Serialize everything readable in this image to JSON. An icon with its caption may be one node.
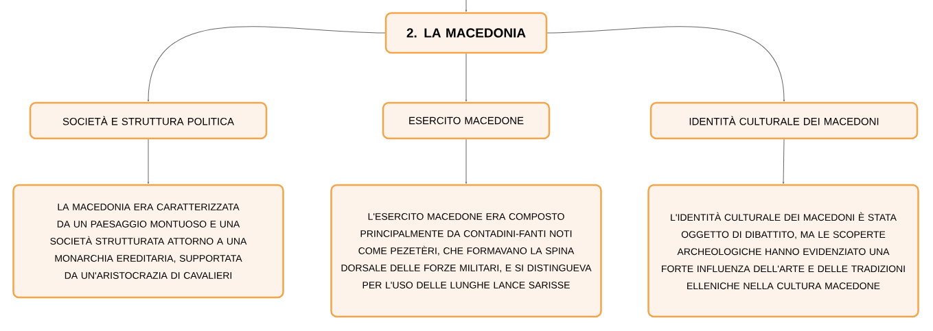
{
  "diagram": {
    "nodes": [
      {
        "text": [
          "2. LA MACEDONIA"
        ]
      },
      {
        "text": [
          "SOCIETÀ E STRUTTURA POLITICA"
        ]
      },
      {
        "text": [
          "ESERCITO MACEDONE"
        ]
      },
      {
        "text": [
          "IDENTITÀ CULTURALE DEI MACEDONI"
        ]
      },
      {
        "text": [
          "LA MACEDONIA ERA CARATTERIZZATA DA UN PAESAGGIO MONTUOSO E UNA SOCIETÀ STRUTTURATA ATTORNO A UNA MONARCHIA EREDITARIA, SUPPORTATA DA UN'ARISTOCRAZIA DI CAVALIERI"
        ]
      },
      {
        "text": [
          "L'ESERCITO MACEDONE ERA COMPOSTO PRINCIPALMENTE DA CONTADINI-FANTI NOTI COME PEZETÈRI, CHE FORMAVANO LA SPINA DORSALE DELLE FORZE MILITARI, E SI DISTINGUEVA PER L'USO DELLE LUNGHE LANCE SARISSE"
        ]
      },
      {
        "text": [
          "L'IDENTITÀ CULTURALE DEI MACEDONI È STATA OGGETTO DI DIBATTITO, MA LE SCOPERTE ARCHEOLOGICHE HANNO EVIDENZIATO UNA FORTE INFLUENZA DELL'ARTE E DELLE TRADIZIONI ELLENICHE NELLA CULTURA MACEDONE"
        ]
      }
    ],
    "edges": [
      {
        "from": null,
        "to": 0,
        "arrow": "to"
      },
      {
        "from": 0,
        "to": 1,
        "arrow": "to"
      },
      {
        "from": 0,
        "to": 2,
        "arrow": "to"
      },
      {
        "from": 0,
        "to": 3,
        "arrow": "to"
      },
      {
        "from": 1,
        "to": 4,
        "arrow": "to"
      },
      {
        "from": 2,
        "to": 5,
        "arrow": "to"
      },
      {
        "from": 3,
        "to": 6,
        "arrow": "to"
      }
    ]
  }
}
